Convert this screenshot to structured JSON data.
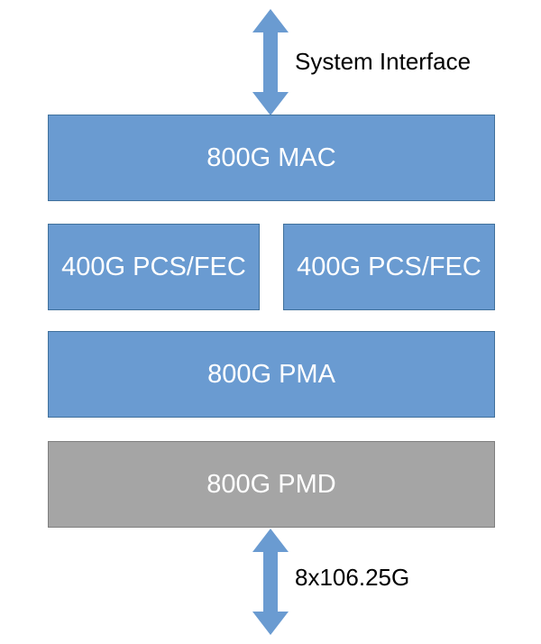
{
  "diagram": {
    "top_label": "System Interface",
    "bottom_label": "8x106.25G",
    "blocks": {
      "mac": "800G MAC",
      "pcs_fec_left": "400G PCS/FEC",
      "pcs_fec_right": "400G PCS/FEC",
      "pma": "800G PMA",
      "pmd": "800G PMD"
    },
    "colors": {
      "blue_block": "#6a9bd1",
      "gray_block": "#a5a5a5",
      "arrow": "#6a9bd1",
      "block_text": "#ffffff"
    }
  }
}
